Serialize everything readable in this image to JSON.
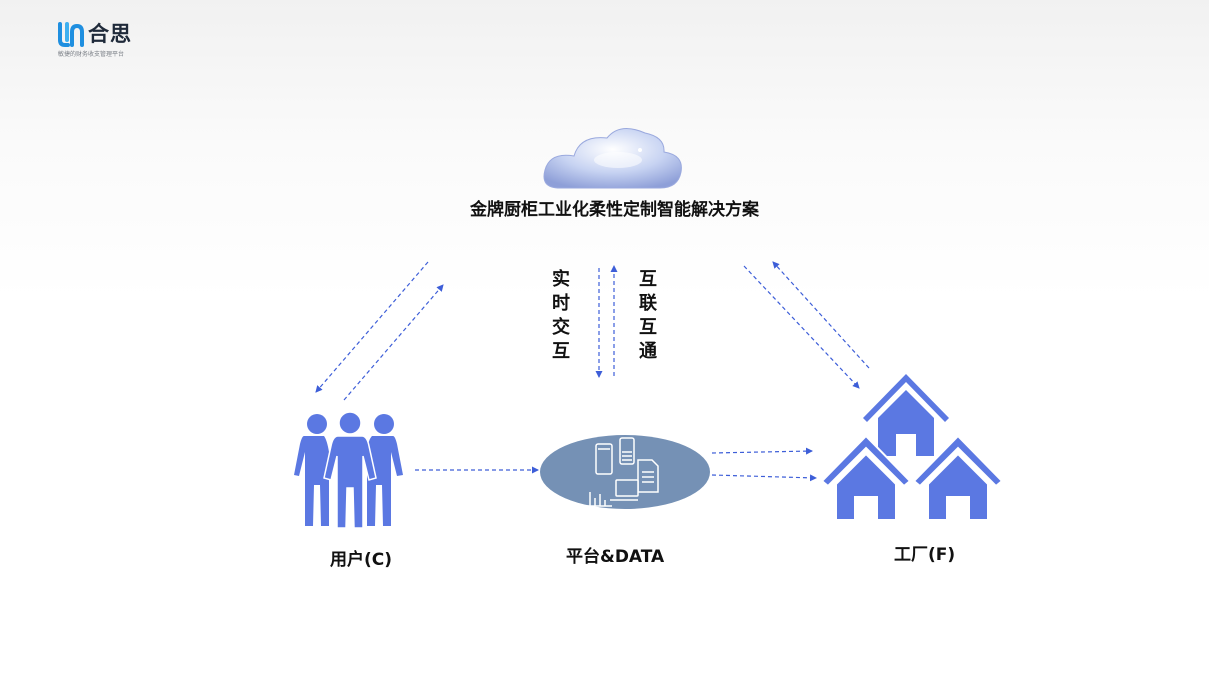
{
  "brand": {
    "name": "合思",
    "tagline": "敏捷的财务收支管理平台",
    "color": "#1f8fe0"
  },
  "diagram": {
    "solution_title": "金牌厨柜工业化柔性定制智能解决方案",
    "realtime_label": [
      "实",
      "时",
      "交",
      "互"
    ],
    "interconnect_label": [
      "互",
      "联",
      "互",
      "通"
    ],
    "nodes": {
      "users": {
        "label": "用户(C)",
        "icon": "people-icon"
      },
      "platform": {
        "label": "平台&DATA",
        "icon": "devices-icon"
      },
      "factory": {
        "label": "工厂(F)",
        "icon": "houses-icon"
      },
      "cloud": {
        "icon": "cloud-icon"
      }
    },
    "colors": {
      "node_blue": "#5b78e2",
      "platform_ellipse": "#7591b5",
      "arrow": "#3d5ed8"
    }
  }
}
